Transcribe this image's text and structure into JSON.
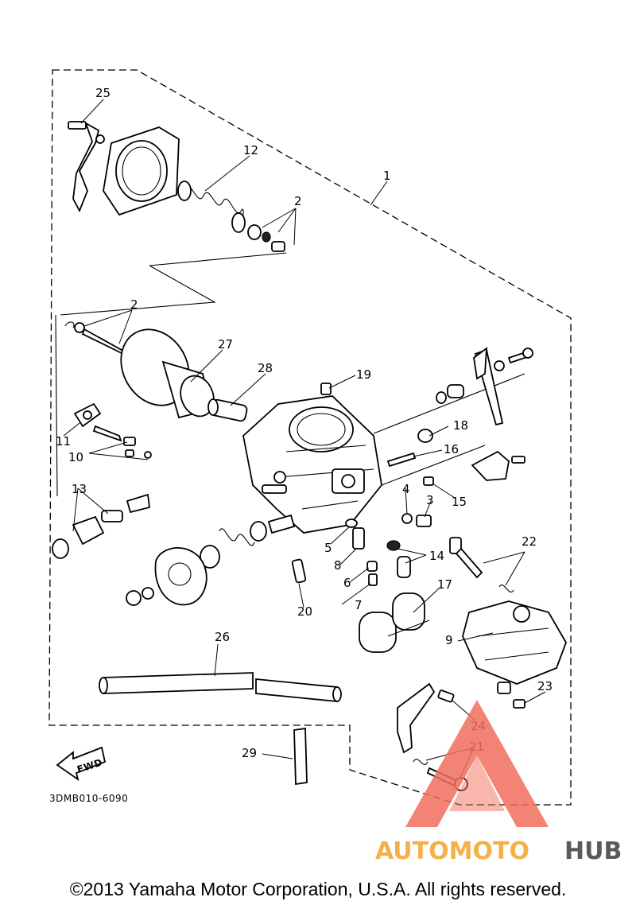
{
  "diagram": {
    "callouts": [
      {
        "id": "c1",
        "label": "1"
      },
      {
        "id": "c2a",
        "label": "2"
      },
      {
        "id": "c2b",
        "label": "2"
      },
      {
        "id": "c3",
        "label": "3"
      },
      {
        "id": "c4",
        "label": "4"
      },
      {
        "id": "c5",
        "label": "5"
      },
      {
        "id": "c6",
        "label": "6"
      },
      {
        "id": "c7",
        "label": "7"
      },
      {
        "id": "c8",
        "label": "8"
      },
      {
        "id": "c9",
        "label": "9"
      },
      {
        "id": "c10",
        "label": "10"
      },
      {
        "id": "c11",
        "label": "11"
      },
      {
        "id": "c12",
        "label": "12"
      },
      {
        "id": "c13",
        "label": "13"
      },
      {
        "id": "c14",
        "label": "14"
      },
      {
        "id": "c15",
        "label": "15"
      },
      {
        "id": "c16",
        "label": "16"
      },
      {
        "id": "c17",
        "label": "17"
      },
      {
        "id": "c18",
        "label": "18"
      },
      {
        "id": "c19",
        "label": "19"
      },
      {
        "id": "c20",
        "label": "20"
      },
      {
        "id": "c21",
        "label": "21"
      },
      {
        "id": "c22",
        "label": "22"
      },
      {
        "id": "c23",
        "label": "23"
      },
      {
        "id": "c24",
        "label": "24"
      },
      {
        "id": "c25",
        "label": "25"
      },
      {
        "id": "c26",
        "label": "26"
      },
      {
        "id": "c27",
        "label": "27"
      },
      {
        "id": "c28",
        "label": "28"
      },
      {
        "id": "c29",
        "label": "29"
      }
    ],
    "fwd_label": "FWD",
    "drawing_code": "3DMB010-6090"
  },
  "watermark": {
    "part1": "AUTOMOTO",
    "part2": "HUB",
    "color_primary": "#f26f5e",
    "color_secondary": "#f5b04a",
    "color_dark": "#5a5a5a"
  },
  "footer": {
    "copyright": "©2013 Yamaha Motor Corporation, U.S.A. All rights reserved."
  }
}
